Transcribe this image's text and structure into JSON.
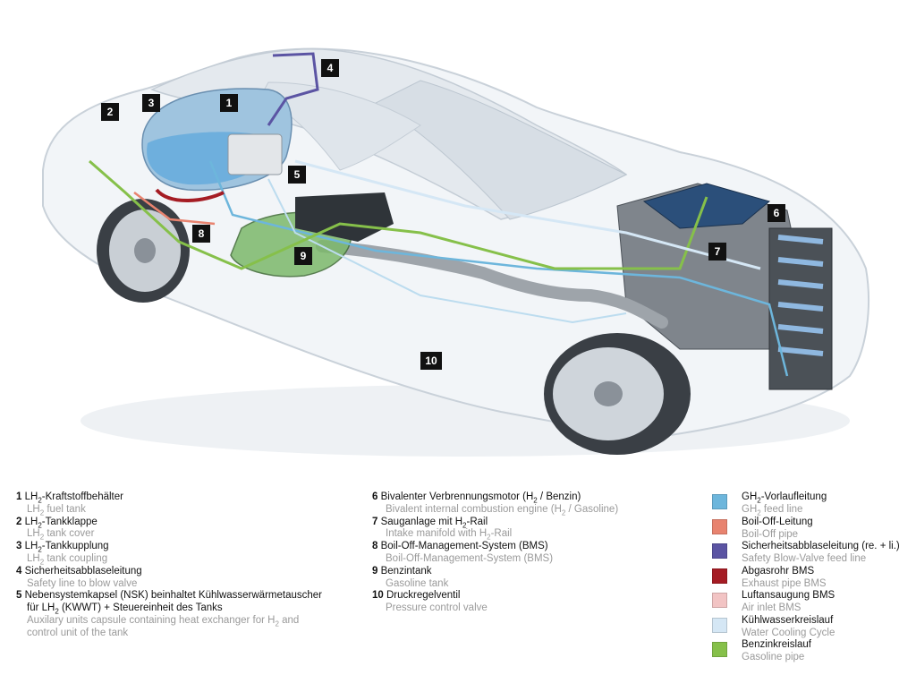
{
  "callouts": [
    "1",
    "2",
    "3",
    "4",
    "5",
    "6",
    "7",
    "8",
    "9",
    "10"
  ],
  "legend_left": [
    {
      "num": "1",
      "de_pre": "LH",
      "de_sub": "2",
      "de_post": "-Kraftstoffbehälter",
      "en_pre": "LH",
      "en_sub": "2",
      "en_post": " fuel tank"
    },
    {
      "num": "2",
      "de_pre": "LH",
      "de_sub": "2",
      "de_post": "-Tankklappe",
      "en_pre": "LH",
      "en_sub": "2",
      "en_post": " tank cover"
    },
    {
      "num": "3",
      "de_pre": "LH",
      "de_sub": "2",
      "de_post": "-Tankkupplung",
      "en_pre": "LH",
      "en_sub": "2",
      "en_post": " tank coupling"
    },
    {
      "num": "4",
      "de": "Sicherheitsabblaseleitung",
      "en": "Safety line to blow valve"
    },
    {
      "num": "5",
      "de_line1": "Nebensystemkapsel (NSK) beinhaltet Kühlwasserwärmetauscher",
      "de_line2_pre": "für LH",
      "de_line2_sub": "2",
      "de_line2_post": " (KWWT) + Steuereinheit des Tanks",
      "en_line1_pre": "Auxilary units capsule containing  heat exchanger for H",
      "en_line1_sub": "2",
      "en_line1_post": " and",
      "en_line2": "control unit of the tank"
    }
  ],
  "legend_mid": [
    {
      "num": "6",
      "de_pre": "Bivalenter Verbrennungsmotor (H",
      "de_sub": "2",
      "de_post": " / Benzin)",
      "en_pre": "Bivalent internal combustion engine (H",
      "en_sub": "2",
      "en_post": " / Gasoline)"
    },
    {
      "num": "7",
      "de_pre": "Sauganlage mit H",
      "de_sub": "2",
      "de_post": "-Rail",
      "en_pre": "Intake manifold with H",
      "en_sub": "2",
      "en_post": "-Rail"
    },
    {
      "num": "8",
      "de": "Boil-Off-Management-System (BMS)",
      "en": "Boil-Off-Management-System (BMS)"
    },
    {
      "num": "9",
      "de": "Benzintank",
      "en": "Gasoline tank"
    },
    {
      "num": "10",
      "de": "Druckregelventil",
      "en": "Pressure control valve"
    }
  ],
  "legend_right": [
    {
      "color": "#6db6dc",
      "de_pre": "GH",
      "de_sub": "2",
      "de_post": "-Vorlaufleitung",
      "en_pre": "GH",
      "en_sub": "2",
      "en_post": " feed line"
    },
    {
      "color": "#e8836f",
      "de": "Boil-Off-Leitung",
      "en": "Boil-Off pipe"
    },
    {
      "color": "#5b54a3",
      "de": "Sicherheitsabblaseleitung (re. + li.)",
      "en": "Safety Blow-Valve feed line"
    },
    {
      "color": "#a51c24",
      "de": "Abgasrohr BMS",
      "en": "Exhaust pipe BMS"
    },
    {
      "color": "#f2c4c4",
      "de": "Luftansaugung BMS",
      "en": "Air inlet BMS"
    },
    {
      "color": "#d5e7f5",
      "de": "Kühlwasserkreislauf",
      "en": "Water Cooling Cycle"
    },
    {
      "color": "#86c04a",
      "de": "Benzinkreislauf",
      "en": "Gasoline pipe"
    }
  ]
}
